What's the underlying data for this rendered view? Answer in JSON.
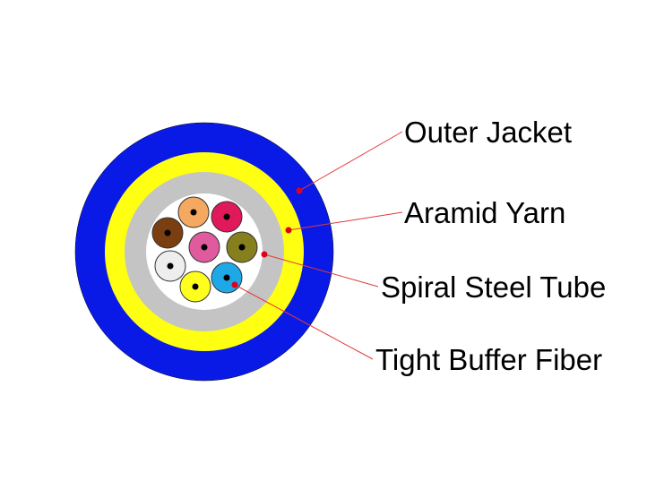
{
  "labels": {
    "outer_jacket": "Outer Jacket",
    "aramid_yarn": "Aramid Yarn",
    "spiral_steel_tube": "Spiral Steel Tube",
    "tight_buffer_fiber": "Tight Buffer Fiber"
  },
  "colors": {
    "outer_jacket": "#0a1ae6",
    "aramid_yarn": "#ffff12",
    "spiral_steel_tube": "#c4c4c4",
    "core": "#ffffff",
    "leader_line": "#e23a3a",
    "leader_dot": "#e0001a",
    "fiber_core": "#000000",
    "fibers": {
      "orange": "#f5a860",
      "red": "#e0195a",
      "brown": "#7a3e10",
      "pink": "#e05a9e",
      "olive": "#857f1e",
      "white": "#eeeeee",
      "aqua": "#1ea8e6",
      "yellow": "#ffff1e"
    }
  }
}
